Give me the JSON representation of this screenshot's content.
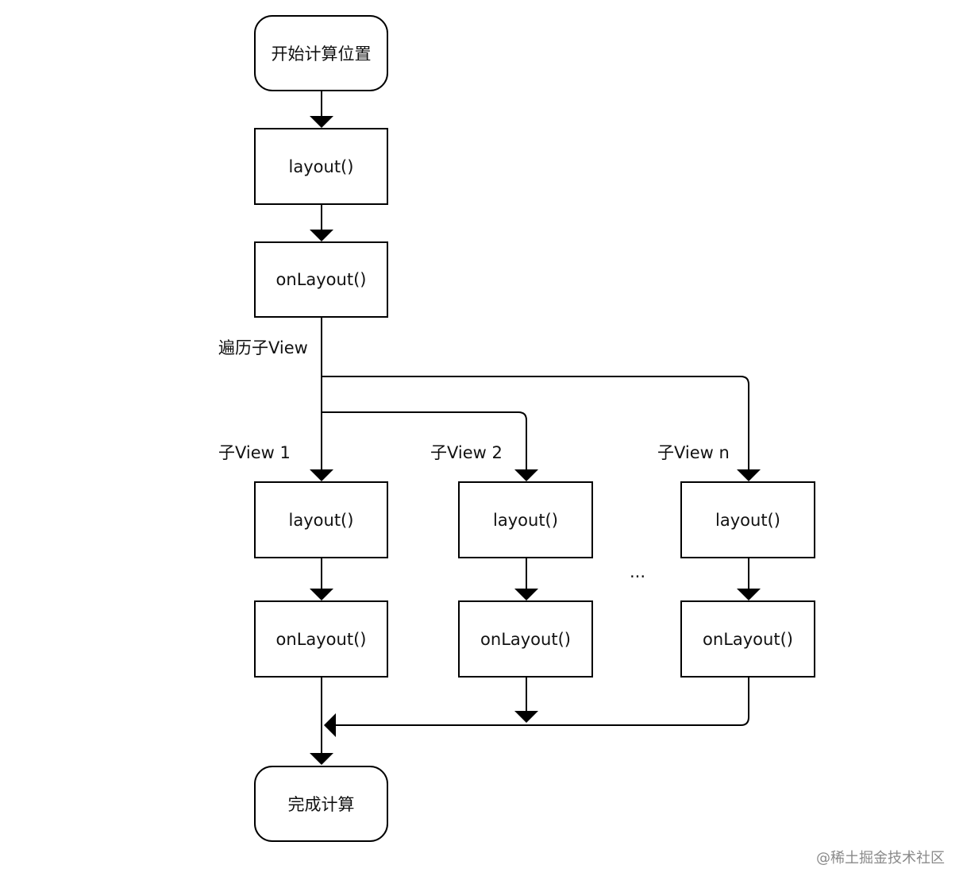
{
  "diagram": {
    "nodes": [
      {
        "id": "start",
        "label": "开始计算位置",
        "shape": "rounded"
      },
      {
        "id": "layout-main",
        "label": "layout()",
        "shape": "rect"
      },
      {
        "id": "onlayout-main",
        "label": "onLayout()",
        "shape": "rect"
      },
      {
        "id": "layout-1",
        "label": "layout()",
        "shape": "rect"
      },
      {
        "id": "onlayout-1",
        "label": "onLayout()",
        "shape": "rect"
      },
      {
        "id": "layout-2",
        "label": "layout()",
        "shape": "rect"
      },
      {
        "id": "onlayout-2",
        "label": "onLayout()",
        "shape": "rect"
      },
      {
        "id": "layout-n",
        "label": "layout()",
        "shape": "rect"
      },
      {
        "id": "onlayout-n",
        "label": "onLayout()",
        "shape": "rect"
      },
      {
        "id": "end",
        "label": "完成计算",
        "shape": "rounded"
      }
    ],
    "edges": [
      {
        "from": "start",
        "to": "layout-main"
      },
      {
        "from": "layout-main",
        "to": "onlayout-main"
      },
      {
        "from": "onlayout-main",
        "to": "layout-1",
        "label": "遍历子View"
      },
      {
        "from": "onlayout-main",
        "to": "layout-2"
      },
      {
        "from": "onlayout-main",
        "to": "layout-n"
      },
      {
        "from": "layout-1",
        "to": "onlayout-1"
      },
      {
        "from": "layout-2",
        "to": "onlayout-2"
      },
      {
        "from": "layout-n",
        "to": "onlayout-n"
      },
      {
        "from": "onlayout-1",
        "to": "end"
      },
      {
        "from": "onlayout-2",
        "to": "end"
      },
      {
        "from": "onlayout-n",
        "to": "end"
      }
    ],
    "branch_labels": {
      "child_1": "子View 1",
      "child_2": "子View 2",
      "child_n": "子View n"
    },
    "ellipsis": "...",
    "watermark": "@稀土掘金技术社区"
  }
}
